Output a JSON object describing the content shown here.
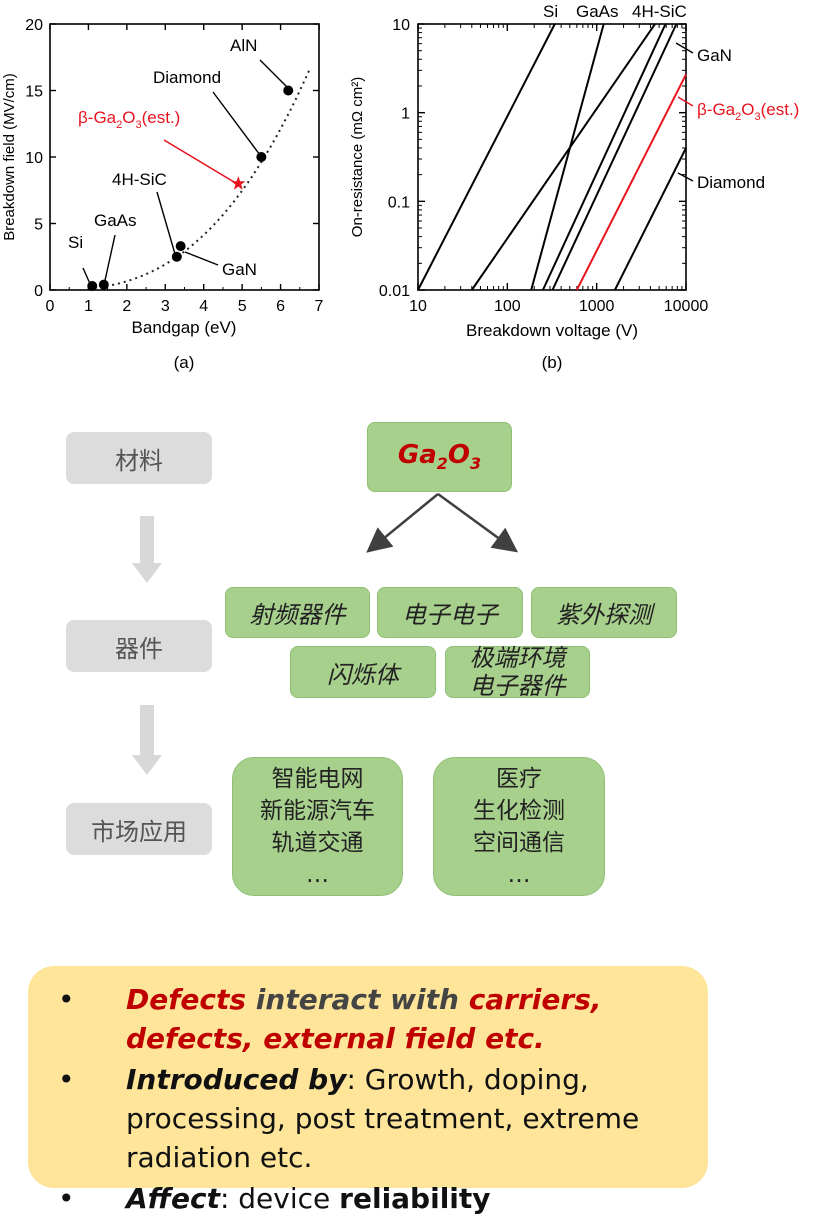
{
  "chart_data": [
    {
      "type": "scatter",
      "panel_label": "(a)",
      "xlabel": "Bandgap (eV)",
      "ylabel": "Breakdown field (MV/cm)",
      "xlim": [
        0,
        7
      ],
      "ylim": [
        0,
        20
      ],
      "xticks": [
        "0",
        "1",
        "2",
        "3",
        "4",
        "5",
        "6",
        "7"
      ],
      "yticks": [
        "0",
        "5",
        "10",
        "15",
        "20"
      ],
      "points": [
        {
          "name": "Si",
          "x": 1.1,
          "y": 0.3,
          "color": "#000000",
          "marker": "circle"
        },
        {
          "name": "GaAs",
          "x": 1.4,
          "y": 0.4,
          "color": "#000000",
          "marker": "circle"
        },
        {
          "name": "4H-SiC",
          "x": 3.3,
          "y": 2.5,
          "color": "#000000",
          "marker": "circle"
        },
        {
          "name": "GaN",
          "x": 3.4,
          "y": 3.3,
          "color": "#000000",
          "marker": "circle"
        },
        {
          "name": "Diamond",
          "x": 5.5,
          "y": 10,
          "color": "#000000",
          "marker": "circle"
        },
        {
          "name": "AlN",
          "x": 6.2,
          "y": 15,
          "color": "#000000",
          "marker": "circle"
        },
        {
          "name": "β-Ga2O3(est.)",
          "x": 4.9,
          "y": 8,
          "color": "#e8141e",
          "marker": "star"
        }
      ],
      "labels": {
        "si": "Si",
        "gaas": "GaAs",
        "sic": "4H-SiC",
        "gan": "GaN",
        "diamond": "Diamond",
        "aln": "AlN",
        "ga2o3_pre": "β-Ga",
        "ga2o3_sub1": "2",
        "ga2o3_mid": "O",
        "ga2o3_sub2": "3",
        "ga2o3_post": "(est.)"
      }
    },
    {
      "type": "line",
      "panel_label": "(b)",
      "xlabel": "Breakdown voltage (V)",
      "ylabel": "On-resistance (mΩ cm²)",
      "xscale": "log",
      "yscale": "log",
      "xlim": [
        10,
        10000
      ],
      "ylim": [
        0.01,
        10
      ],
      "xticks": [
        "10",
        "100",
        "1000",
        "10000"
      ],
      "yticks": [
        "0.01",
        "0.1",
        "1",
        "10"
      ],
      "series": [
        {
          "name": "Si",
          "color": "#000000",
          "points": [
            [
              10,
              0.01
            ],
            [
              340,
              10
            ]
          ]
        },
        {
          "name": "",
          "color": "#000000",
          "points": [
            [
              40,
              0.01
            ],
            [
              4500,
              10
            ]
          ]
        },
        {
          "name": "GaAs",
          "color": "#000000",
          "points": [
            [
              185,
              0.01
            ],
            [
              1200,
              10
            ]
          ]
        },
        {
          "name": "4H-SiC",
          "color": "#000000",
          "points": [
            [
              250,
              0.01
            ],
            [
              5900,
              10
            ]
          ]
        },
        {
          "name": "GaN",
          "color": "#000000",
          "points": [
            [
              320,
              0.01
            ],
            [
              7800,
              10
            ]
          ]
        },
        {
          "name": "β-Ga2O3(est.)",
          "color": "#e8141e",
          "points": [
            [
              600,
              0.01
            ],
            [
              10000,
              2.7
            ]
          ]
        },
        {
          "name": "Diamond",
          "color": "#000000",
          "points": [
            [
              1600,
              0.01
            ],
            [
              10000,
              0.4
            ]
          ]
        }
      ],
      "labels": {
        "si": "Si",
        "gaas": "GaAs",
        "sic": "4H-SiC",
        "gan": "GaN",
        "diamond": "Diamond",
        "ga2o3_pre": "β-Ga",
        "ga2o3_sub1": "2",
        "ga2o3_mid": "O",
        "ga2o3_sub2": "3",
        "ga2o3_post": "(est.)"
      }
    }
  ],
  "flow": {
    "material_label": "材料",
    "device_label": "器件",
    "market_label": "市场应用",
    "material_pre": "Ga",
    "material_sub1": "2",
    "material_mid": "O",
    "material_sub2": "3",
    "devices": [
      "射频器件",
      "电子电子",
      "紫外探测",
      "闪烁体",
      "极端环境\n电子器件"
    ],
    "markets": [
      "智能电网\n新能源汽车\n轨道交通\n…",
      "医疗\n生化检测\n空间通信\n…"
    ]
  },
  "summary": {
    "bullet1_red1": "Defects",
    "bullet1_grey": " interact with ",
    "bullet1_red2": "carriers, defects, external field etc.",
    "bullet2_bold": "Introduced by",
    "bullet2_rest": ": Growth, doping, processing, post treatment, extreme radiation etc.",
    "bullet3_bold": "Affect",
    "bullet3_mid": ": device ",
    "bullet3_end": "reliability"
  },
  "colors": {
    "ga2o3_red": "#e8141e",
    "flow_green": "#a8d08d",
    "flow_grey": "#dcdcdc",
    "summary_bg": "#fee59a",
    "dark_red": "#c00000"
  }
}
